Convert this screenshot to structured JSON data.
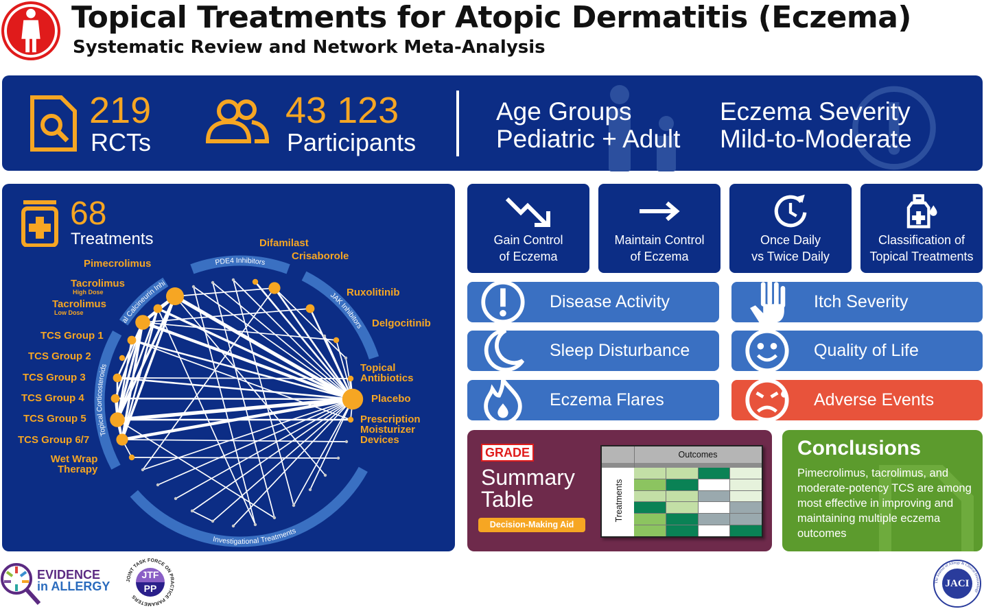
{
  "header": {
    "title": "Topical Treatments for Atopic Dermatitis (Eczema)",
    "subtitle": "Systematic Review and Network Meta-Analysis"
  },
  "banner": {
    "rcts_count": "219",
    "rcts_label": "RCTs",
    "participants_count": "43 123",
    "participants_label": "Participants",
    "age_title": "Age Groups",
    "age_value": "Pediatric + Adult",
    "severity_title": "Eczema Severity",
    "severity_value": "Mild-to-Moderate"
  },
  "network": {
    "count": "68",
    "count_label": "Treatments",
    "groups": {
      "tci": "Topical Calcineurin Inhibitors",
      "pde4": "PDE4 Inhibitors",
      "jak": "JAK Inhibitors",
      "tcs": "Topical Corticosteroids",
      "inv": "Investigational Treatments"
    },
    "labels": {
      "pime": "Pimecrolimus",
      "tachd": "Tacrolimus",
      "tachd_sub": "High Dose",
      "tacld": "Tacrolimus",
      "tacld_sub": "Low Dose",
      "tcs1": "TCS Group 1",
      "tcs2": "TCS Group 2",
      "tcs3": "TCS Group 3",
      "tcs4": "TCS Group 4",
      "tcs5": "TCS Group 5",
      "tcs67": "TCS Group 6/7",
      "wet1": "Wet Wrap",
      "wet2": "Therapy",
      "difa": "Difamilast",
      "cris": "Crisaborole",
      "rux": "Ruxolitinib",
      "delgo": "Delgocitinib",
      "abx1": "Topical",
      "abx2": "Antibiotics",
      "pla": "Placebo",
      "moist1": "Prescription",
      "moist2": "Moisturizer",
      "moist3": "Devices"
    },
    "node_size": {
      "pime": 5,
      "tachd": 2,
      "tacld": 4,
      "tcs1": 2,
      "tcs2": 1,
      "tcs3": 2,
      "tcs4": 2,
      "tcs5": 4,
      "tcs67": 3,
      "wet": 1,
      "difa": 1,
      "cris": 3,
      "rux": 2,
      "delgo": 1,
      "abx": 1,
      "pla": 6,
      "moist": 1
    },
    "edges": [
      [
        "pla",
        "pime",
        5
      ],
      [
        "pla",
        "tacld",
        4
      ],
      [
        "pla",
        "tachd",
        3
      ],
      [
        "pla",
        "tcs5",
        5
      ],
      [
        "pla",
        "tcs67",
        4
      ],
      [
        "pla",
        "tcs1",
        2
      ],
      [
        "pla",
        "tcs3",
        2
      ],
      [
        "pla",
        "tcs4",
        2
      ],
      [
        "pla",
        "cris",
        2
      ],
      [
        "pla",
        "difa",
        2
      ],
      [
        "pla",
        "rux",
        2
      ],
      [
        "pla",
        "delgo",
        1
      ],
      [
        "pla",
        "abx",
        1
      ],
      [
        "pla",
        "moist",
        1
      ],
      [
        "pime",
        "tacld",
        4
      ],
      [
        "pime",
        "tachd",
        3
      ],
      [
        "pime",
        "tcs5",
        3
      ],
      [
        "pime",
        "tcs67",
        3
      ],
      [
        "pime",
        "cris",
        1
      ],
      [
        "pime",
        "i2",
        1
      ],
      [
        "tacld",
        "tcs5",
        3
      ],
      [
        "tacld",
        "tcs67",
        3
      ],
      [
        "tacld",
        "tcs4",
        2
      ],
      [
        "tacld",
        "tcs3",
        2
      ],
      [
        "tacld",
        "rux",
        1
      ],
      [
        "tacld",
        "delgo",
        1
      ],
      [
        "tachd",
        "tcs5",
        2
      ],
      [
        "tachd",
        "tcs67",
        2
      ],
      [
        "tachd",
        "i6",
        1
      ],
      [
        "tcs5",
        "tcs67",
        3
      ],
      [
        "tcs5",
        "tcs4",
        2
      ],
      [
        "tcs5",
        "tcs3",
        2
      ],
      [
        "tcs5",
        "tcs1",
        2
      ],
      [
        "tcs67",
        "tcs4",
        2
      ],
      [
        "tcs67",
        "wet",
        1
      ],
      [
        "tcs5",
        "moist",
        2
      ],
      [
        "tcs67",
        "i0",
        1
      ],
      [
        "tcs5",
        "i5",
        1
      ],
      [
        "tcs1",
        "moist",
        1
      ],
      [
        "tcs3",
        "abx",
        1
      ],
      [
        "tcs67",
        "pla",
        3
      ],
      [
        "wet",
        "i1",
        1
      ],
      [
        "pla",
        "i3",
        1
      ],
      [
        "pla",
        "i4",
        1
      ],
      [
        "pla",
        "i7",
        1
      ],
      [
        "pla",
        "i8",
        1
      ],
      [
        "pla",
        "i9",
        1
      ],
      [
        "pla",
        "i10",
        1
      ],
      [
        "pla",
        "i11",
        1
      ],
      [
        "pla",
        "i12",
        1
      ],
      [
        "pla",
        "i13",
        1
      ],
      [
        "pla",
        "i14",
        1
      ],
      [
        "pla",
        "i15",
        1
      ],
      [
        "pla",
        "i16",
        1
      ],
      [
        "pla",
        "i17",
        1
      ],
      [
        "cris",
        "i14",
        1
      ],
      [
        "cris",
        "i12",
        1
      ],
      [
        "i15",
        "i6",
        1
      ],
      [
        "i16",
        "i5",
        1
      ],
      [
        "i9",
        "i8",
        1
      ],
      [
        "i17",
        "i4",
        1
      ]
    ]
  },
  "tiles": [
    {
      "l1": "Gain Control",
      "l2": "of Eczema"
    },
    {
      "l1": "Maintain Control",
      "l2": "of Eczema"
    },
    {
      "l1": "Once Daily",
      "l2": "vs Twice Daily"
    },
    {
      "l1": "Classification of",
      "l2": "Topical Treatments"
    }
  ],
  "outcomes": [
    "Disease Activity",
    "Itch Severity",
    "Sleep Disturbance",
    "Quality of Life",
    "Eczema Flares",
    "Adverse Events"
  ],
  "grade": {
    "badge": "GRADE",
    "title1": "Summary",
    "title2": "Table",
    "aid": "Decision-Making Aid",
    "col_header": "Outcomes",
    "row_header": "Treatments",
    "cells": [
      [
        "#c3dfa6",
        "#c3dfa6",
        "#0a8255",
        "#e6f2dc"
      ],
      [
        "#8cc460",
        "#0a8255",
        "#ffffff",
        "#e6f2dc"
      ],
      [
        "#c3dfa6",
        "#c3dfa6",
        "#9aa9ae",
        "#e6f2dc"
      ],
      [
        "#0a8255",
        "#c3dfa6",
        "#ffffff",
        "#9aa9ae"
      ],
      [
        "#8cc460",
        "#0a8255",
        "#9aa9ae",
        "#9aa9ae"
      ],
      [
        "#8cc460",
        "#0a8255",
        "#ffffff",
        "#0a8255"
      ]
    ]
  },
  "conclusions": {
    "title": "Conclusions",
    "text": "Pimecrolimus, tacrolimus, and moderate-potency TCS are among most effective in improving and maintaining multiple eczema outcomes"
  },
  "footer": {
    "evidence1": "EVIDENCE",
    "evidence2": "in ALLERGY",
    "jtf_ring": "JOINT TASK FORCE ON PRACTICE PARAMETERS",
    "jtf1": "JTF",
    "jtf2": "PP",
    "jaci": "JACI",
    "jaci_ring": "The Journal of Allergy & Clinical Immunology"
  },
  "colors": {
    "navy": "#0c2d85",
    "orange": "#f6a623",
    "mid_blue": "#3a70c2",
    "adverse": "#e8533b",
    "grade": "#6e2a4b",
    "conclusions": "#5c9b2d"
  }
}
